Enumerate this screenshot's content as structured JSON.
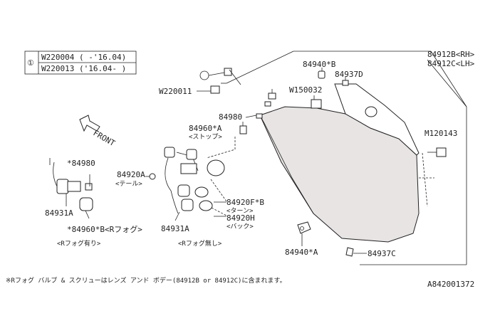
{
  "legend": {
    "marker": "①",
    "rows": [
      "W220004 ( -'16.04)",
      "W220013 ('16.04- )"
    ]
  },
  "labels": {
    "p84912": [
      "84912B<RH>",
      "84912C<LH>"
    ],
    "p84940b": "84940*B",
    "p84937d": "84937D",
    "w150032": "W150032",
    "w220011": "W220011",
    "circle1": "①",
    "p84980": "84980",
    "p84960a": [
      "84960*A",
      "<ストップ>"
    ],
    "m120143": "M120143",
    "front": "FRONT",
    "p84980s": "*84980",
    "p84931a_left": "84931A",
    "p84960b": "*84960*B<Rフォグ>",
    "rfog_yes": "<Rフォグ有り>",
    "p84920a": [
      "84920A",
      "<テール>"
    ],
    "p84920fb": [
      "84920F*B",
      "<ターン>"
    ],
    "p84920h": [
      "84920H",
      "<バック>"
    ],
    "p84931a_mid": "84931A",
    "rfog_no": "<Rフォグ無し>",
    "p84940a": "84940*A",
    "p84937c": "84937C"
  },
  "footnote": "※Rフォグ バルブ & スクリューはレンズ アンド ボデー(84912B or 84912C)に含まれます。",
  "diagram_id": "A842001372"
}
